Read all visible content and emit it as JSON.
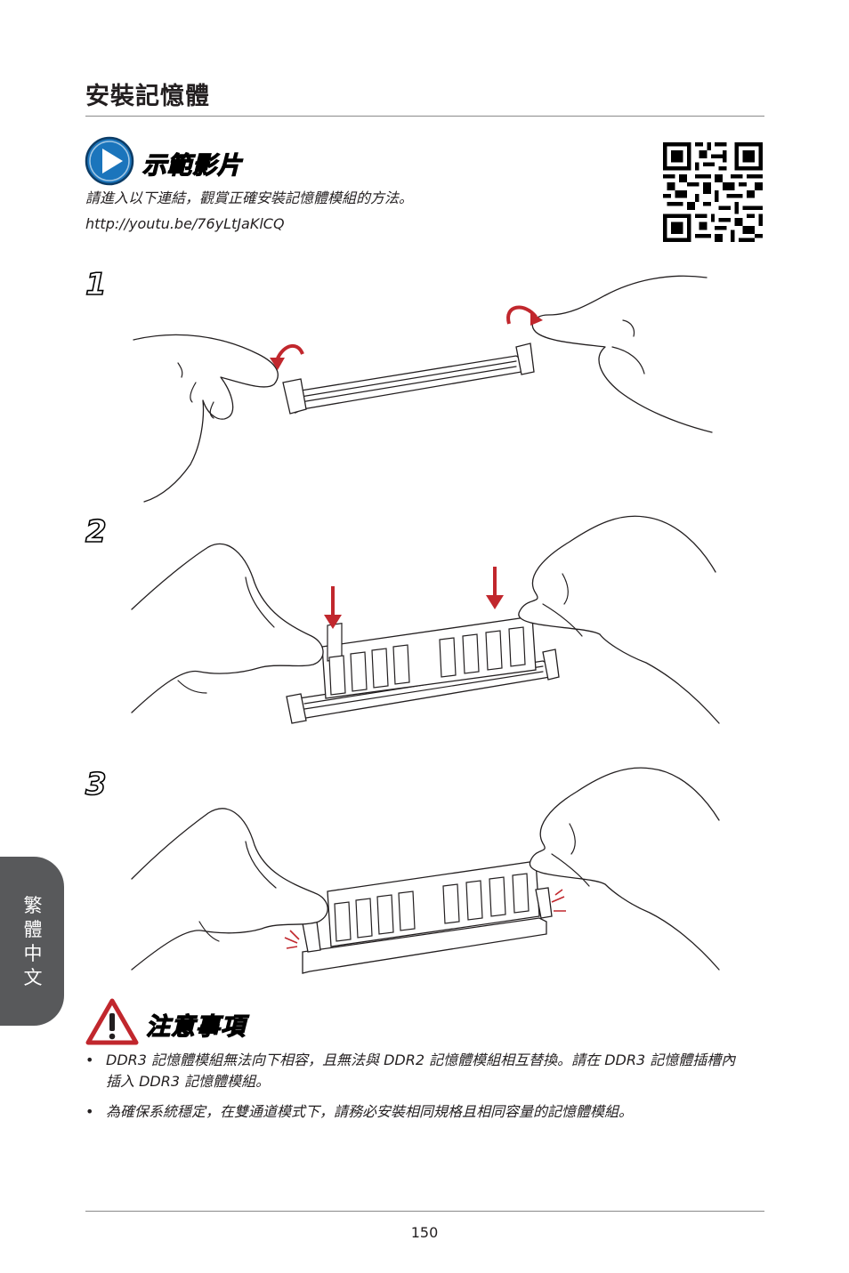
{
  "header": {
    "title": "安裝記憶體"
  },
  "video": {
    "label": "示範影片",
    "description": "請進入以下連結，觀賞正確安裝記憶體模組的方法。",
    "url": "http://youtu.be/76yLtJaKlCQ",
    "icon": "play-icon"
  },
  "steps": [
    {
      "number": "1"
    },
    {
      "number": "2"
    },
    {
      "number": "3"
    }
  ],
  "caution": {
    "label": "注意事項",
    "icon": "warning-icon",
    "items": [
      "DDR3 記憶體模組無法向下相容，且無法與 DDR2 記憶體模組相互替換。請在 DDR3 記憶體插槽內插入 DDR3 記憶體模組。",
      "為確保系統穩定，在雙通道模式下，請務必安裝相同規格且相同容量的記憶體模組。"
    ]
  },
  "sidebar": {
    "language_tab": "繁體中文"
  },
  "footer": {
    "page_number": "150"
  },
  "colors": {
    "accent_red": "#c1272d",
    "play_blue": "#1b75bc",
    "tab_gray": "#58595b"
  }
}
